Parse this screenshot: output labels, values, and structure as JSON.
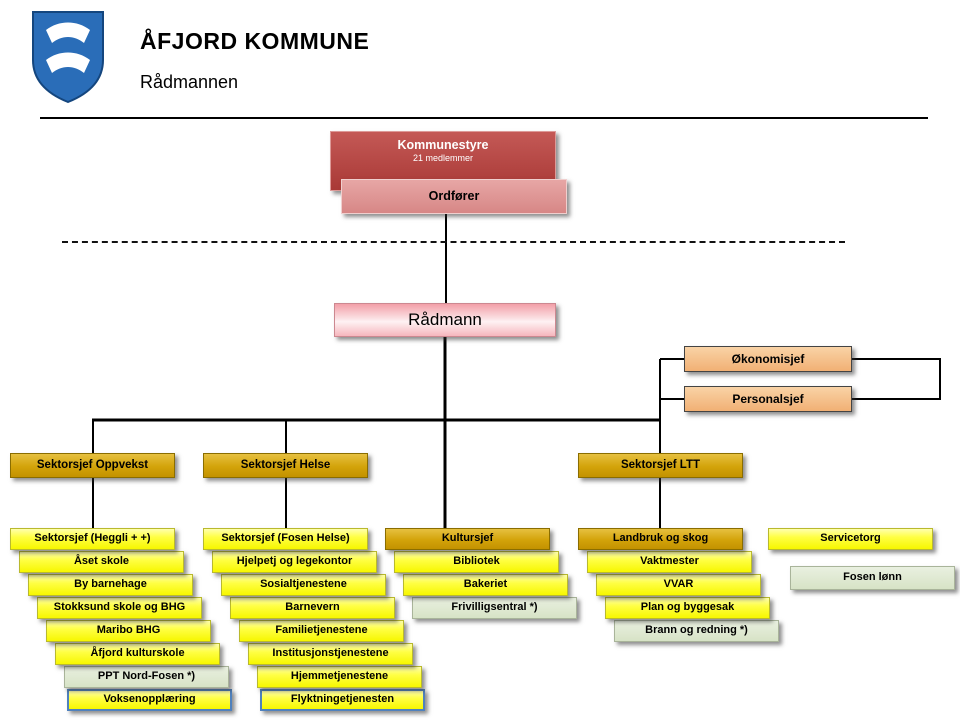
{
  "header": {
    "title": "ÅFJORD KOMMUNE",
    "subtitle": "Rådmannen",
    "logo": "afjord-coat-of-arms"
  },
  "governance": {
    "kommunestyre": {
      "label": "Kommunestyre",
      "sublabel": "21 medlemmer"
    },
    "ordforer": {
      "label": "Ordfører"
    },
    "radmann": {
      "label": "Rådmann"
    }
  },
  "staff_units": [
    {
      "label": "Økonomisjef"
    },
    {
      "label": "Personalsjef"
    }
  ],
  "sector_heads": [
    {
      "label": "Sektorsjef Oppvekst"
    },
    {
      "label": "Sektorsjef Helse"
    },
    {
      "label": "Sektorsjef LTT"
    }
  ],
  "columns": [
    {
      "name": "oppvekst",
      "items": [
        {
          "label": "Sektorsjef (Heggli + +)",
          "style": "yellow"
        },
        {
          "label": "Åset skole",
          "style": "yellow"
        },
        {
          "label": "By barnehage",
          "style": "yellow"
        },
        {
          "label": "Stokksund skole og BHG",
          "style": "yellow"
        },
        {
          "label": "Maribo BHG",
          "style": "yellow"
        },
        {
          "label": "Åfjord kulturskole",
          "style": "yellow"
        },
        {
          "label": "PPT Nord-Fosen *)",
          "style": "green"
        },
        {
          "label": "Voksenopplæring",
          "style": "yellow-blue-border"
        }
      ]
    },
    {
      "name": "helse",
      "items": [
        {
          "label": "Sektorsjef (Fosen Helse)",
          "style": "yellow"
        },
        {
          "label": "Hjelpetj og legekontor",
          "style": "yellow"
        },
        {
          "label": "Sosialtjenestene",
          "style": "yellow"
        },
        {
          "label": "Barnevern",
          "style": "yellow"
        },
        {
          "label": "Familietjenestene",
          "style": "yellow"
        },
        {
          "label": "Institusjonstjenestene",
          "style": "yellow"
        },
        {
          "label": "Hjemmetjenestene",
          "style": "yellow"
        },
        {
          "label": "Flyktningetjenesten",
          "style": "yellow-blue-border"
        }
      ]
    },
    {
      "name": "kultur",
      "items": [
        {
          "label": "Kultursjef",
          "style": "gold"
        },
        {
          "label": "Bibliotek",
          "style": "yellow"
        },
        {
          "label": "Bakeriet",
          "style": "yellow"
        },
        {
          "label": "Frivilligsentral *)",
          "style": "green"
        }
      ]
    },
    {
      "name": "ltt",
      "items": [
        {
          "label": "Landbruk og skog",
          "style": "gold"
        },
        {
          "label": "Vaktmester",
          "style": "yellow"
        },
        {
          "label": "VVAR",
          "style": "yellow"
        },
        {
          "label": "Plan og byggesak",
          "style": "yellow"
        },
        {
          "label": "Brann og redning *)",
          "style": "green"
        }
      ]
    },
    {
      "name": "service",
      "items": [
        {
          "label": "Servicetorg",
          "style": "yellow"
        },
        {
          "label": "Fosen lønn",
          "style": "green"
        }
      ]
    }
  ],
  "colors": {
    "kommunestyre_red": "#ac3936",
    "ordforer_pink": "#d78786",
    "radmann_pink": "#f2a0a8",
    "staff_orange": "#f1b074",
    "sector_gold": "#d3a30a",
    "unit_yellow": "#ffff45",
    "external_green": "#d7e3c6",
    "highlight_border_blue": "#4f81bd",
    "line_black": "#000000"
  }
}
